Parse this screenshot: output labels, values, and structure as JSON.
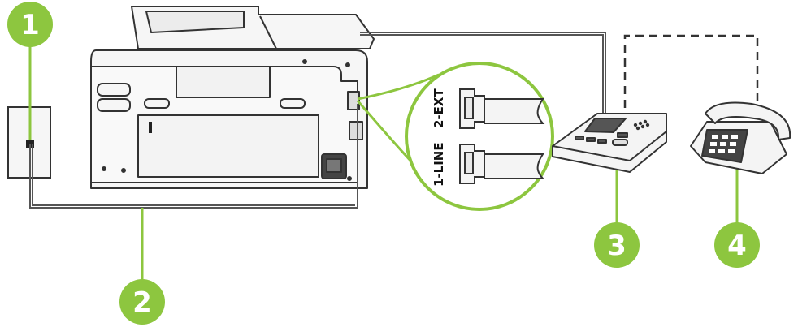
{
  "diagram": {
    "callouts": [
      {
        "number": "1",
        "refers_to": "wall-phone-jack"
      },
      {
        "number": "2",
        "refers_to": "phone-cord"
      },
      {
        "number": "3",
        "refers_to": "answering-machine"
      },
      {
        "number": "4",
        "refers_to": "telephone"
      }
    ],
    "port_labels": {
      "line": "1-LINE",
      "ext": "2-EXT"
    },
    "colors": {
      "callout_green": "#8DC63F",
      "line_green": "#8DC63F",
      "cable_gray": "#555555",
      "device_fill": "#f4f4f4",
      "outline": "#333333"
    },
    "icons": [
      "printer-icon",
      "wall-jack-icon",
      "answering-machine-icon",
      "telephone-icon",
      "phone-plug-icon"
    ]
  }
}
